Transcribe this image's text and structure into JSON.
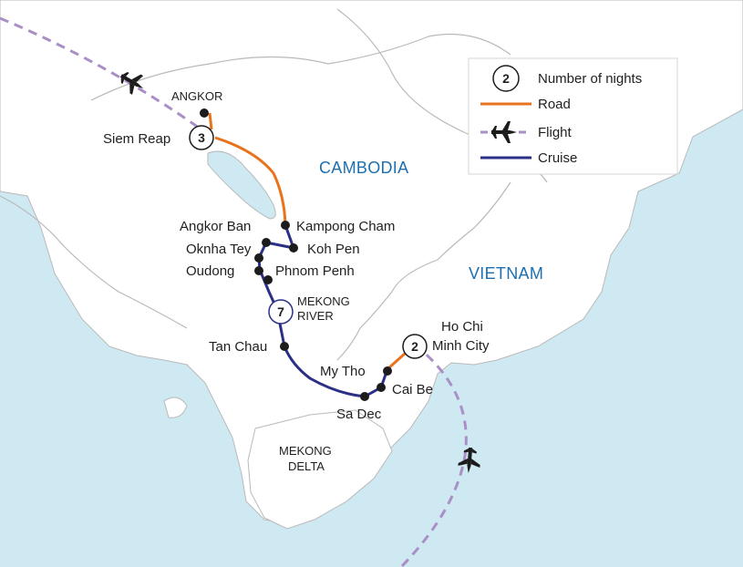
{
  "colors": {
    "sea": "#cfe9f3",
    "land": "#ffffff",
    "border": "#b9b9b9",
    "lake": "#cfe9f3",
    "road": "#e8731c",
    "cruise": "#2b2f86",
    "flight": "#a98fc6",
    "stop": "#1c1c1c",
    "country_label": "#1d6fb0"
  },
  "countries": {
    "cambodia": "CAMBODIA",
    "vietnam": "VIETNAM"
  },
  "regions": {
    "angkor": "ANGKOR",
    "mekong_river_1": "MEKONG",
    "mekong_river_2": "RIVER",
    "mekong_delta_1": "MEKONG",
    "mekong_delta_2": "DELTA"
  },
  "places": {
    "siem_reap": "Siem Reap",
    "kampong_cham": "Kampong Cham",
    "angkor_ban": "Angkor Ban",
    "koh_pen": "Koh Pen",
    "oknha_tey": "Oknha Tey",
    "oudong": "Oudong",
    "phnom_penh": "Phnom Penh",
    "tan_chau": "Tan Chau",
    "hcmc_1": "Ho Chi",
    "hcmc_2": "Minh City",
    "my_tho": "My Tho",
    "cai_be": "Cai Be",
    "sa_dec": "Sa Dec"
  },
  "nights": {
    "siem_reap": "3",
    "mekong": "7",
    "hcmc": "2"
  },
  "legend": {
    "nights_badge": "2",
    "nights_label": "Number of nights",
    "road_label": "Road",
    "flight_label": "Flight",
    "cruise_label": "Cruise"
  },
  "icons": {
    "flight": "airplane-icon"
  }
}
